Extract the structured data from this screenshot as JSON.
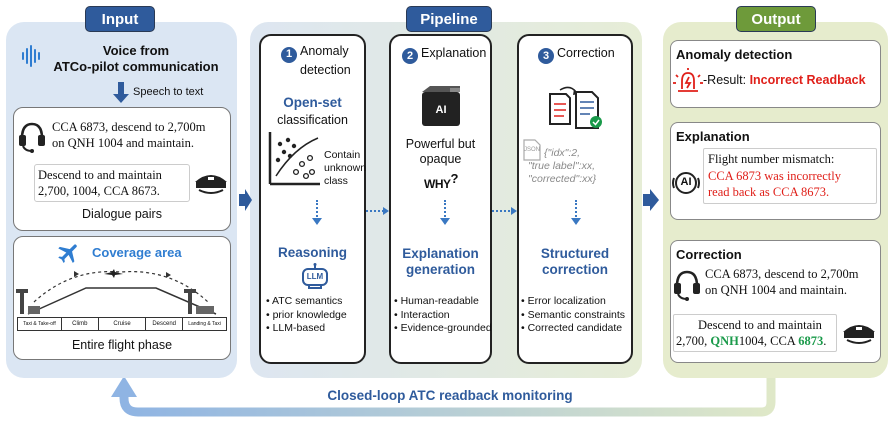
{
  "headers": {
    "input": "Input",
    "pipeline": "Pipeline",
    "output": "Output"
  },
  "input": {
    "voice_line1": "Voice from",
    "voice_line2": "ATCo-pilot communication",
    "speech_to_text": "Speech to text",
    "atc_line1": "CCA 6873, descend to 2,700m",
    "atc_line2": "on QNH 1004 and maintain.",
    "pilot_line1": "Descend to and maintain",
    "pilot_line2": "2,700, 1004, CCA 8673.",
    "dialogue_pairs": "Dialogue pairs",
    "coverage_area": "Coverage area",
    "phases": [
      "Taxi & Take-off",
      "Climb",
      "Cruise",
      "Descend",
      "Landing & Taxi"
    ],
    "entire_flight_phase": "Entire flight phase"
  },
  "pipeline": {
    "anomaly": {
      "num": "1",
      "title_line1": "Anomaly",
      "title_line2": "detection",
      "openset_line1": "Open-set",
      "openset_line2": "classification",
      "contain_line1": "Contain",
      "contain_line2": "unknown",
      "contain_line3": "class",
      "reasoning": "Reasoning",
      "llm_icon": "LLM",
      "bullets": [
        "ATC semantics",
        "prior knowledge",
        "LLM-based"
      ]
    },
    "explanation": {
      "num": "2",
      "title": "Explanation",
      "ai_icon": "AI",
      "powerful_line1": "Powerful but",
      "powerful_line2": "opaque",
      "why": "WHY",
      "gen_line1": "Explanation",
      "gen_line2": "generation",
      "bullets": [
        "Human-readable",
        "Interaction",
        "Evidence-grounded"
      ]
    },
    "correction": {
      "num": "3",
      "title": "Correction",
      "json_tag": "JSON",
      "json_line1": "{\"idx\":2,",
      "json_line2": "\"true label\":xx,",
      "json_line3": "\"corrected\":xx}",
      "struct_line1": "Structured",
      "struct_line2": "correction",
      "bullets": [
        "Error localization",
        "Semantic constraints",
        "Corrected candidate"
      ]
    }
  },
  "output": {
    "anomaly_title": "Anomaly detection",
    "result_label": "Result: ",
    "result_value": "Incorrect Readback",
    "explanation_title": "Explanation",
    "ai_icon": "AI",
    "exp_line1": "Flight number mismatch:",
    "exp_line2": "CCA 6873 was incorrectly",
    "exp_line3": "read back as CCA 8673.",
    "correction_title": "Correction",
    "atc_line1": "CCA 6873, descend to 2,700m",
    "atc_line2": "on QNH 1004 and maintain.",
    "pilot_line1": "Descend to and maintain",
    "pilot_a": "2,700, ",
    "pilot_b": "QNH",
    "pilot_c": "1004, CCA ",
    "pilot_d": "6873",
    "pilot_e": "."
  },
  "loop_label": "Closed-loop ATC readback monitoring",
  "colors": {
    "input_bg": "#dbe6f3",
    "pipeline_bg": "#e2ebe0",
    "output_bg": "#e6eccd",
    "blue": "#2f5b9c",
    "red": "#e0201a",
    "green": "#1a9a4a",
    "output_header": "#6e9a3a"
  }
}
